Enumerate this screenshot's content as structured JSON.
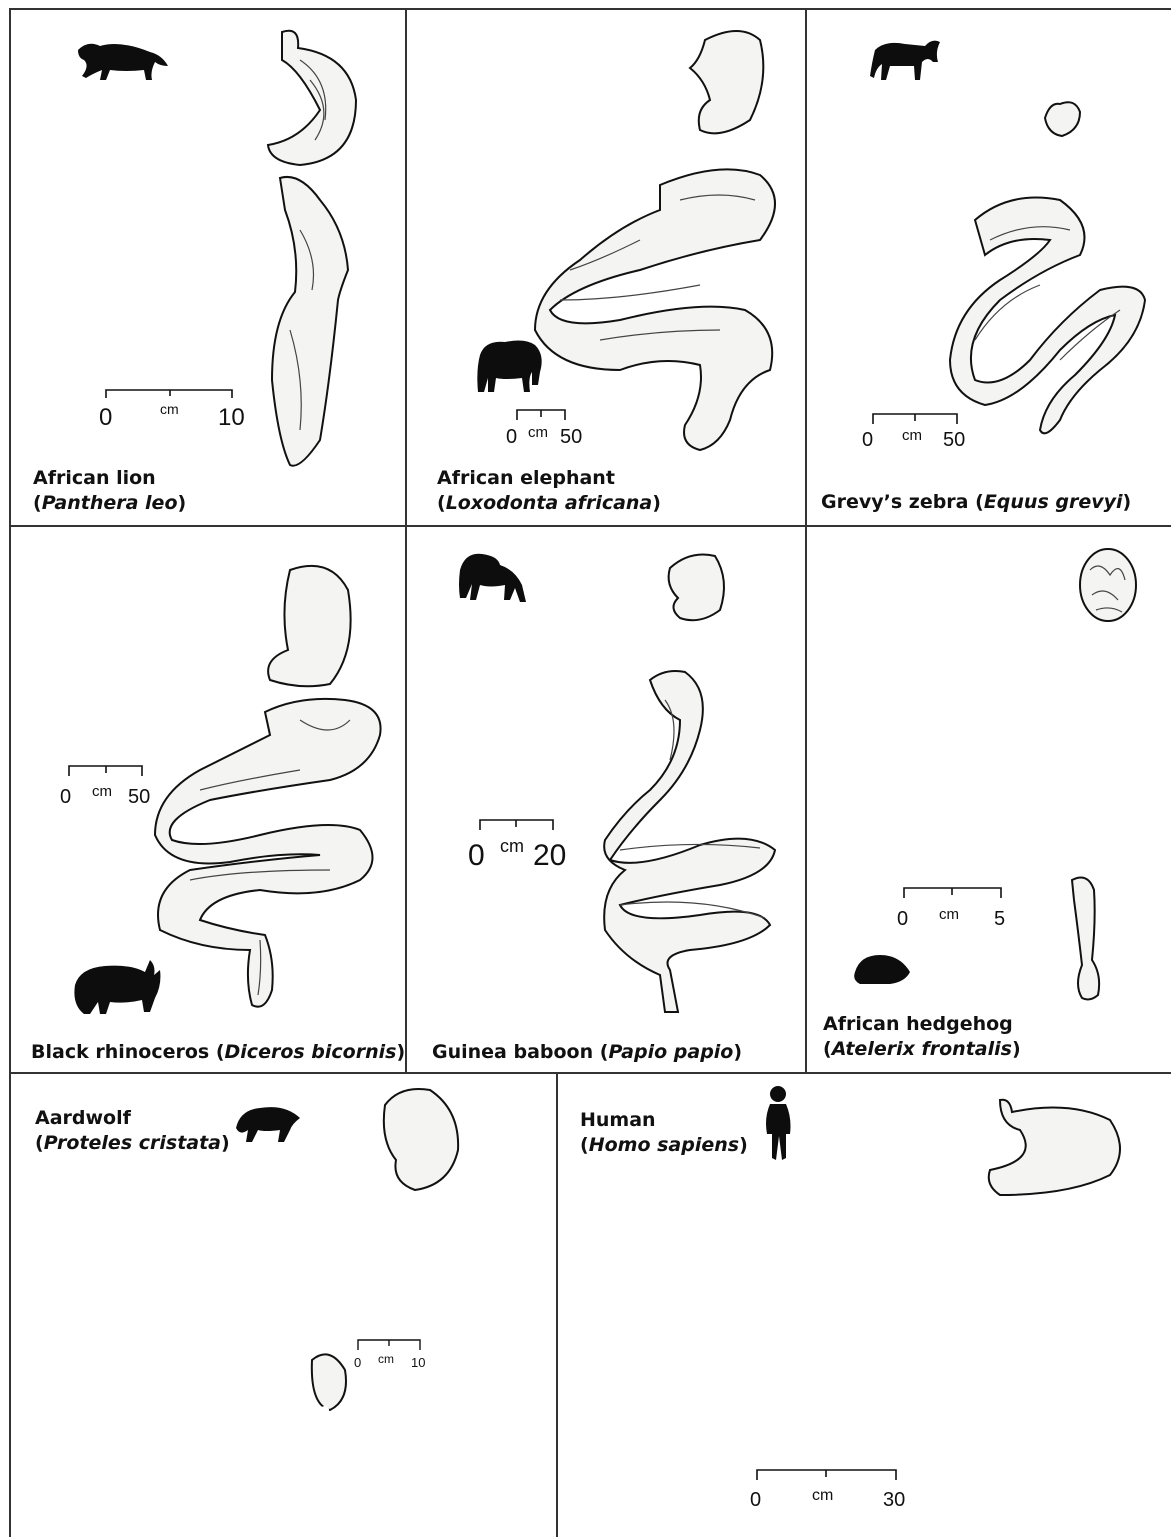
{
  "panels": [
    {
      "id": "lion",
      "common": "African lion",
      "open": "(",
      "scientific": "Panthera leo",
      "close": ")",
      "scale": {
        "min": "0",
        "unit": "cm",
        "max": "10"
      },
      "silhouette": "lion-silhouette-icon"
    },
    {
      "id": "elephant",
      "common": "African elephant",
      "open": "(",
      "scientific": "Loxodonta africana",
      "close": ")",
      "scale": {
        "min": "0",
        "unit": "cm",
        "max": "50"
      },
      "silhouette": "elephant-silhouette-icon"
    },
    {
      "id": "zebra",
      "common": "Grevy’s zebra",
      "open": " (",
      "scientific": "Equus grevyi",
      "close": ")",
      "scale": {
        "min": "0",
        "unit": "cm",
        "max": "50"
      },
      "silhouette": "zebra-silhouette-icon"
    },
    {
      "id": "rhino",
      "common": "Black rhinoceros",
      "open": " (",
      "scientific": "Diceros bicornis",
      "close": ")",
      "scale": {
        "min": "0",
        "unit": "cm",
        "max": "50"
      },
      "silhouette": "rhinoceros-silhouette-icon"
    },
    {
      "id": "baboon",
      "common": "Guinea baboon",
      "open": " (",
      "scientific": "Papio papio",
      "close": ")",
      "scale": {
        "min": "0",
        "unit": "cm",
        "max": "20"
      },
      "silhouette": "baboon-silhouette-icon"
    },
    {
      "id": "hedgehog",
      "common": "African hedgehog",
      "open": "(",
      "scientific": "Atelerix frontalis",
      "close": ")",
      "scale": {
        "min": "0",
        "unit": "cm",
        "max": "5"
      },
      "silhouette": "hedgehog-silhouette-icon"
    },
    {
      "id": "aardwolf",
      "common": "Aardwolf",
      "open": "(",
      "scientific": "Proteles cristata",
      "close": ")",
      "scale": {
        "min": "0",
        "unit": "cm",
        "max": "10"
      },
      "silhouette": "aardwolf-silhouette-icon"
    },
    {
      "id": "human",
      "common": "Human",
      "open": "(",
      "scientific": "Homo sapiens",
      "close": ")",
      "scale": {
        "min": "0",
        "unit": "cm",
        "max": "30"
      },
      "silhouette": "human-silhouette-icon"
    }
  ]
}
